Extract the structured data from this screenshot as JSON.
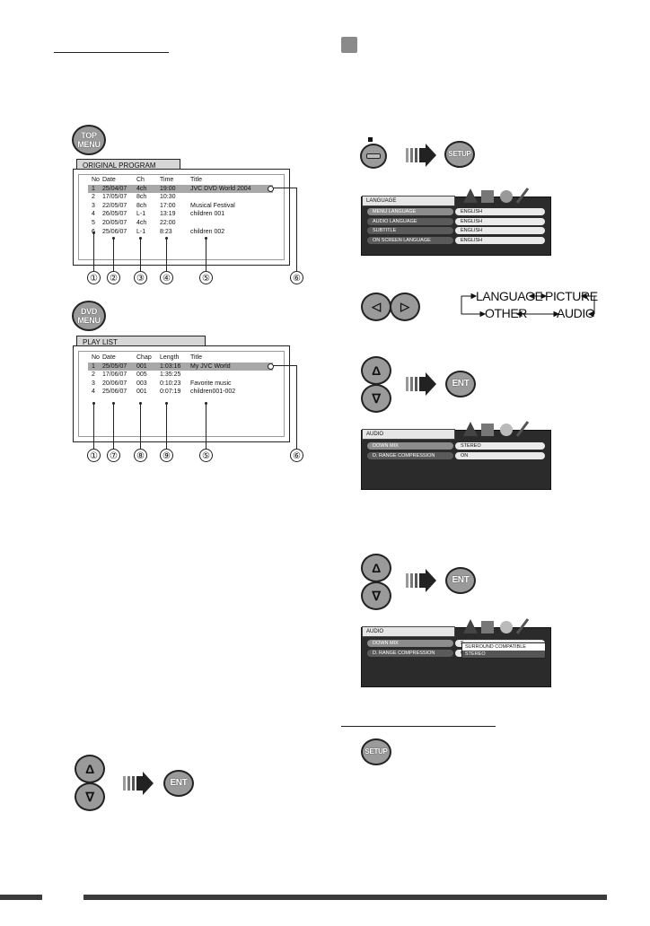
{
  "left": {
    "top_menu_button": {
      "line1": "TOP",
      "line2": "MENU"
    },
    "dvd_menu_button": {
      "line1": "DVD",
      "line2": "MENU"
    },
    "original_program": {
      "tab_label": "ORIGINAL PROGRAM",
      "headers": [
        "No",
        "Date",
        "Ch",
        "Time",
        "Title"
      ],
      "rows": [
        [
          "1",
          "25/04/07",
          "4ch",
          "19:00",
          "JVC DVD World 2004"
        ],
        [
          "2",
          "17/05/07",
          "8ch",
          "10:30",
          ""
        ],
        [
          "3",
          "22/05/07",
          "8ch",
          "17:00",
          "Musical Festival"
        ],
        [
          "4",
          "26/05/07",
          "L-1",
          "13:19",
          "children 001"
        ],
        [
          "5",
          "20/05/07",
          "4ch",
          "22:00",
          ""
        ],
        [
          "6",
          "25/06/07",
          "L-1",
          "8:23",
          "children 002"
        ]
      ],
      "callouts": [
        "①",
        "②",
        "③",
        "④",
        "⑤",
        "⑥"
      ]
    },
    "play_list": {
      "tab_label": "PLAY LIST",
      "headers": [
        "No",
        "Date",
        "Chap",
        "Length",
        "Title"
      ],
      "rows": [
        [
          "1",
          "25/05/07",
          "001",
          "1:03:16",
          "My JVC World"
        ],
        [
          "2",
          "17/06/07",
          "005",
          "1:35:25",
          ""
        ],
        [
          "3",
          "20/06/07",
          "003",
          "0:10:23",
          "Favorite music"
        ],
        [
          "4",
          "25/06/07",
          "001",
          "0:07:19",
          "children001-002"
        ]
      ],
      "callouts": [
        "①",
        "⑦",
        "⑧",
        "⑨",
        "⑤",
        "⑥"
      ]
    },
    "ent_button": "ENT",
    "up_symbol": "Δ",
    "down_symbol": "∇"
  },
  "right": {
    "setup_button": "SETUP",
    "ent_button": "ENT",
    "left_symbol": "◁",
    "right_symbol": "▷",
    "up_symbol": "Δ",
    "down_symbol": "∇",
    "language_menu": {
      "tab_label": "LANGUAGE",
      "rows": [
        [
          "MENU LANGUAGE",
          "ENGLISH"
        ],
        [
          "AUDIO LANGUAGE",
          "ENGLISH"
        ],
        [
          "SUBTITLE",
          "ENGLISH"
        ],
        [
          "ON SCREEN LANGUAGE",
          "ENGLISH"
        ]
      ]
    },
    "cycle": {
      "language": "LANGUAGE",
      "picture": "PICTURE",
      "other": "OTHER",
      "audio": "AUDIO"
    },
    "audio_menu_1": {
      "tab_label": "AUDIO",
      "rows": [
        [
          "DOWN MIX",
          "STEREO"
        ],
        [
          "D. RANGE COMPRESSION",
          "ON"
        ]
      ]
    },
    "audio_menu_2": {
      "tab_label": "AUDIO",
      "rows": [
        [
          "DOWN MIX",
          "S"
        ],
        [
          "D. RANGE COMPRESSION",
          "O"
        ]
      ],
      "dropdown": [
        "SURROUND COMPATIBLE",
        "STEREO"
      ]
    }
  },
  "colors": {
    "button_gray": "#9a9a9a",
    "highlight": "#a8a8a8",
    "menu_bg": "#2b2b2b"
  }
}
